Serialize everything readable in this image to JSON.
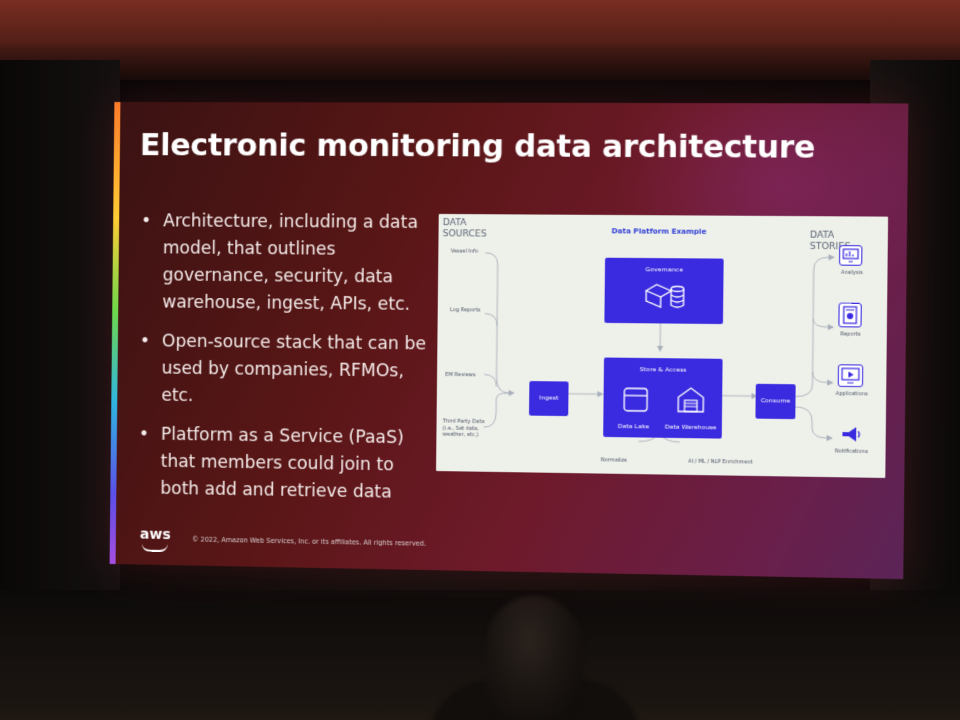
{
  "slide": {
    "title": "Electronic monitoring data architecture",
    "bullets": [
      "Architecture, including a data model, that outlines governance, security, data warehouse, ingest, APIs, etc.",
      "Open-source stack that can be used by companies, RFMOs, etc.",
      "Platform as a Service (PaaS) that members could join to both add and retrieve data"
    ],
    "logo": "aws",
    "copyright": "© 2022, Amazon Web Services, Inc. or its affiliates. All rights reserved."
  },
  "diagram": {
    "title": "Data Platform Example",
    "data_sources_heading": "DATA SOURCES",
    "data_stories_heading": "DATA STORIES",
    "sources": [
      "Vessel Info",
      "Log Reports",
      "EM Reviews",
      "Third Party Data (i.e., Sat data, weather, etc.)"
    ],
    "governance_label": "Governance",
    "store_access_label": "Store & Access",
    "data_lake_label": "Data Lake",
    "data_warehouse_label": "Data Warehouse",
    "ingest_label": "Ingest",
    "consume_label": "Consume",
    "normalize_label": "Normalize",
    "enrichment_label": "AI / ML / NLP Enrichment",
    "stories": [
      "Analysis",
      "Reports",
      "Applications",
      "Notifications"
    ]
  },
  "colors": {
    "slide_bg_start": "#3a1212",
    "slide_bg_end": "#5b2457",
    "diagram_bg": "#eef0ea",
    "box_blue": "#3a2be0",
    "title_text": "#ffffff"
  }
}
